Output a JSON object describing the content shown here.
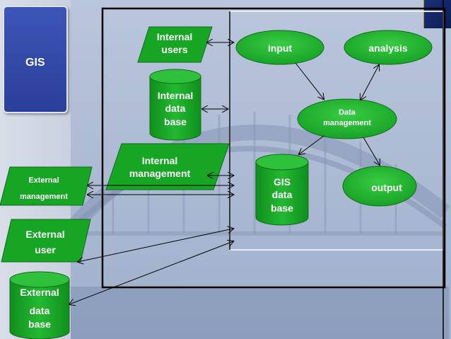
{
  "slide_title": "GIS",
  "nodes": {
    "internal_users": [
      "Internal",
      "users"
    ],
    "internal_database": [
      "Internal",
      "data",
      "base"
    ],
    "internal_management": [
      "Internal",
      "management"
    ],
    "input": "input",
    "analysis": "analysis",
    "data_management": [
      "Data",
      "management"
    ],
    "gis_database": [
      "GIS",
      "data",
      "base"
    ],
    "output": "output",
    "external_management": [
      "External",
      "management"
    ],
    "external_user": [
      "External",
      "user"
    ],
    "external_database": [
      "External",
      "data",
      "base"
    ]
  },
  "colors": {
    "node_fill": "#16a624",
    "node_fill_light": "#34c93f",
    "node_stroke": "#0e6b19",
    "gis_box": "#3048a8",
    "line": "#000000"
  }
}
